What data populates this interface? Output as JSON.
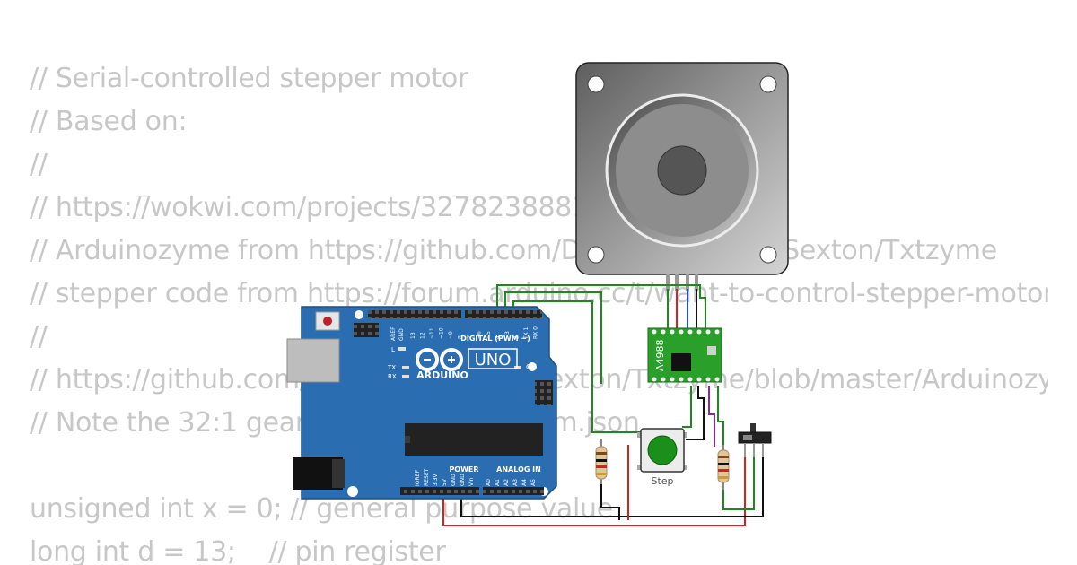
{
  "code_lines": [
    "// Serial-controlled stepper motor",
    "// Based on:",
    "//",
    "// https://wokwi.com/projects/327823888123314771",
    "// Arduinozyme from https://github.com/Dave-Grossman-Sexton/Txtzyme",
    "// stepper code from https://forum.arduino.cc/t/want-to-control-stepper-motor",
    "//",
    "// https://github.com/Dave-Grossman-Sexton/Txtzyme/blob/master/Arduinozyme",
    "// Note the 32:1 gear ratio in the diagram.json",
    "",
    "unsigned int x = 0; // general purpose value",
    "long int d = 13;    // pin register"
  ],
  "arduino": {
    "brand": "ARDUINO",
    "model": "UNO",
    "digital_label": "DIGITAL (PWM ~)",
    "power_label": "POWER",
    "analog_label": "ANALOG IN",
    "on_label": "ON",
    "tx_label": "TX",
    "rx_label": "RX",
    "l_label": "L",
    "aref_label": "AREF",
    "gnd_label": "GND",
    "top_pins": [
      "13",
      "12",
      "~11",
      "~10",
      "~9",
      "8",
      "7",
      "~6",
      "~5",
      "4",
      "~3",
      "2",
      "TX 1",
      "RX 0"
    ],
    "power_pins": [
      "IOREF",
      "RESET",
      "3.3V",
      "5V",
      "GND",
      "GND",
      "Vin"
    ],
    "analog_pins": [
      "A0",
      "A1",
      "A2",
      "A3",
      "A4",
      "A5"
    ]
  },
  "driver": {
    "label": "A4988"
  },
  "button": {
    "label": "Step",
    "color": "#1a8f1a"
  },
  "colors": {
    "board": "#2a6eb1",
    "wire_green": "#1e8a1e",
    "wire_red": "#d82020",
    "wire_black": "#111111",
    "wire_purple": "#8a2a9a",
    "driver_pcb": "#2aa02a",
    "code_text": "#c7c7c7"
  }
}
